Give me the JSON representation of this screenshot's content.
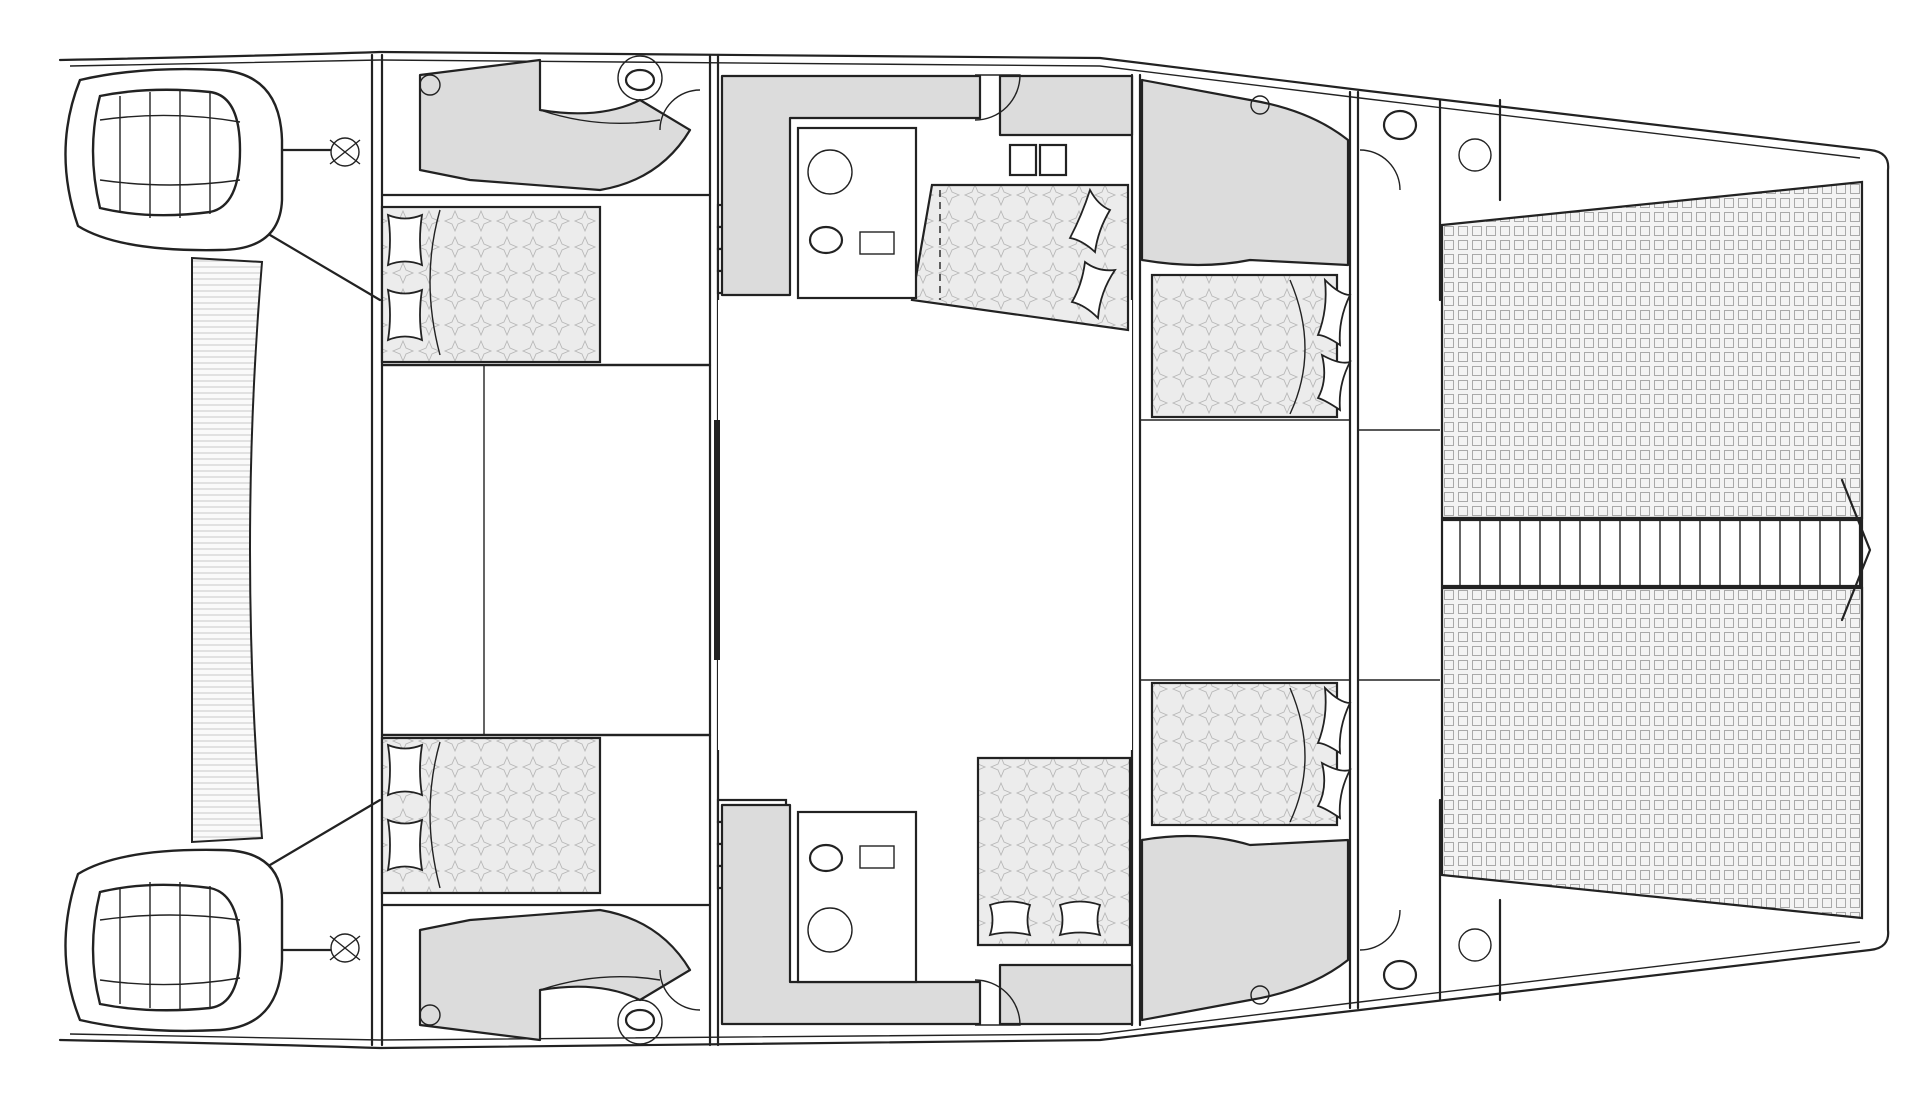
{
  "drawing": {
    "kind": "catamaran-deck-plan",
    "colors": {
      "line": "#222222",
      "fill_grey": "#dcdcdc",
      "background": "#ffffff"
    },
    "cabins": [
      "cabin-port-aft",
      "cabin-port-mid",
      "cabin-port-fwd",
      "cabin-stbd-aft",
      "cabin-stbd-mid",
      "cabin-stbd-fwd"
    ],
    "heads": [
      "head-port-aft",
      "head-port-fwd",
      "head-stbd-aft",
      "head-stbd-fwd"
    ],
    "engines": [
      "engine-port",
      "engine-stbd"
    ]
  }
}
